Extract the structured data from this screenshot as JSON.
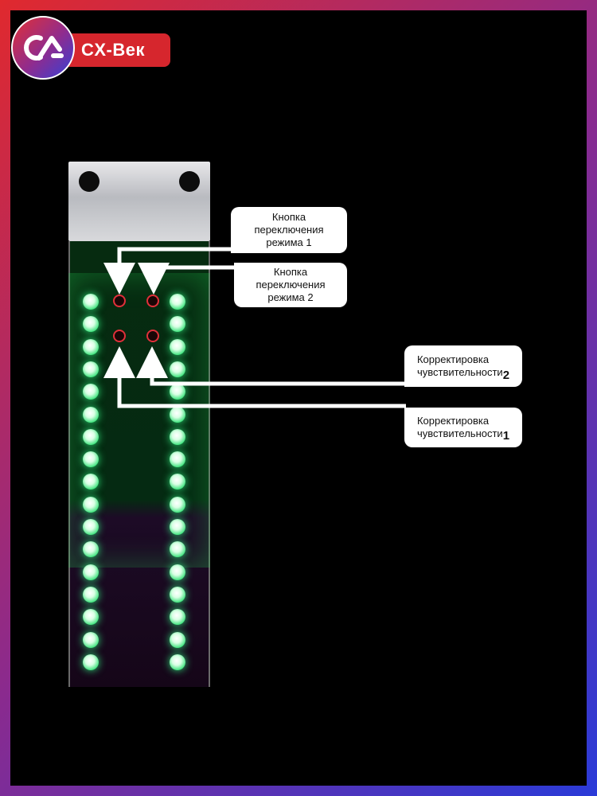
{
  "brand": {
    "name": "CX-Век",
    "logo_icon": "cx-logo-icon",
    "colors": {
      "red": "#d6262d",
      "purple": "#8e2c8f",
      "blue": "#3540d6"
    }
  },
  "callouts": {
    "mode1": {
      "text": "Кнопка\nпереключения\nрежима 1"
    },
    "mode2": {
      "text": "Кнопка\nпереключения\nрежима 2"
    },
    "sens2": {
      "label": "Корректировка\nчувствительности",
      "num": "2"
    },
    "sens1": {
      "label": "Корректировка\nчувствительности",
      "num": "1"
    }
  },
  "device": {
    "led_colors": {
      "upper": "#3ae27a",
      "lower": "#c63de2"
    },
    "button_ring_color": "#e0303a"
  }
}
